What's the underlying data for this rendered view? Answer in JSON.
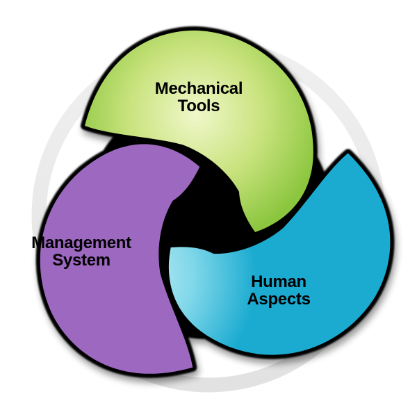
{
  "diagram": {
    "type": "three-part-cycle",
    "background_color": "#FFFFFF",
    "ring_color": "#E9E9E9",
    "core_color": "#000000",
    "text_color": "#000000",
    "segments": [
      {
        "id": "mechanical-tools",
        "label_line1": "Mechanical",
        "label_line2": "Tools",
        "color_light": "#F0F7CA",
        "color_mid": "#C9E37E",
        "color_edge": "#8CC63F"
      },
      {
        "id": "human-aspects",
        "label_line1": "Human",
        "label_line2": "Aspects",
        "color_light": "#C9F0F7",
        "color_mid": "#7FD7E9",
        "color_edge": "#1BABD1"
      },
      {
        "id": "management-system",
        "label_line1": "Management",
        "label_line2": "System",
        "color_light": "#E3D2F0",
        "color_mid": "#C5A5DD",
        "color_edge": "#9D68C0"
      }
    ]
  }
}
